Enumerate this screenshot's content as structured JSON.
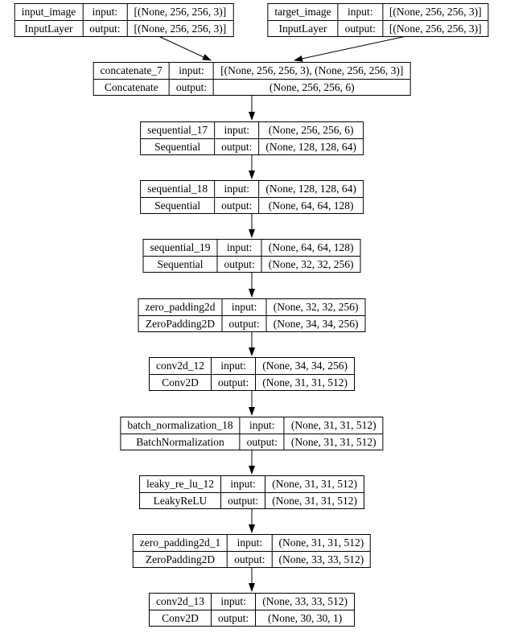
{
  "labels": {
    "input": "input:",
    "output": "output:"
  },
  "nodes": [
    {
      "name": "input_image",
      "type": "InputLayer",
      "input_shape": "[(None, 256, 256, 3)]",
      "output_shape": "[(None, 256, 256, 3)]"
    },
    {
      "name": "target_image",
      "type": "InputLayer",
      "input_shape": "[(None, 256, 256, 3)]",
      "output_shape": "[(None, 256, 256, 3)]"
    },
    {
      "name": "concatenate_7",
      "type": "Concatenate",
      "input_shape": "[(None, 256, 256, 3), (None, 256, 256, 3)]",
      "output_shape": "(None, 256, 256, 6)"
    },
    {
      "name": "sequential_17",
      "type": "Sequential",
      "input_shape": "(None, 256, 256, 6)",
      "output_shape": "(None, 128, 128, 64)"
    },
    {
      "name": "sequential_18",
      "type": "Sequential",
      "input_shape": "(None, 128, 128, 64)",
      "output_shape": "(None, 64, 64, 128)"
    },
    {
      "name": "sequential_19",
      "type": "Sequential",
      "input_shape": "(None, 64, 64, 128)",
      "output_shape": "(None, 32, 32, 256)"
    },
    {
      "name": "zero_padding2d",
      "type": "ZeroPadding2D",
      "input_shape": "(None, 32, 32, 256)",
      "output_shape": "(None, 34, 34, 256)"
    },
    {
      "name": "conv2d_12",
      "type": "Conv2D",
      "input_shape": "(None, 34, 34, 256)",
      "output_shape": "(None, 31, 31, 512)"
    },
    {
      "name": "batch_normalization_18",
      "type": "BatchNormalization",
      "input_shape": "(None, 31, 31, 512)",
      "output_shape": "(None, 31, 31, 512)"
    },
    {
      "name": "leaky_re_lu_12",
      "type": "LeakyReLU",
      "input_shape": "(None, 31, 31, 512)",
      "output_shape": "(None, 31, 31, 512)"
    },
    {
      "name": "zero_padding2d_1",
      "type": "ZeroPadding2D",
      "input_shape": "(None, 31, 31, 512)",
      "output_shape": "(None, 33, 33, 512)"
    },
    {
      "name": "conv2d_13",
      "type": "Conv2D",
      "input_shape": "(None, 33, 33, 512)",
      "output_shape": "(None, 30, 30, 1)"
    }
  ],
  "edges": [
    {
      "from": "input_image",
      "to": "concatenate_7"
    },
    {
      "from": "target_image",
      "to": "concatenate_7"
    },
    {
      "from": "concatenate_7",
      "to": "sequential_17"
    },
    {
      "from": "sequential_17",
      "to": "sequential_18"
    },
    {
      "from": "sequential_18",
      "to": "sequential_19"
    },
    {
      "from": "sequential_19",
      "to": "zero_padding2d"
    },
    {
      "from": "zero_padding2d",
      "to": "conv2d_12"
    },
    {
      "from": "conv2d_12",
      "to": "batch_normalization_18"
    },
    {
      "from": "batch_normalization_18",
      "to": "leaky_re_lu_12"
    },
    {
      "from": "leaky_re_lu_12",
      "to": "zero_padding2d_1"
    },
    {
      "from": "zero_padding2d_1",
      "to": "conv2d_13"
    }
  ],
  "edge_color": "#000000"
}
